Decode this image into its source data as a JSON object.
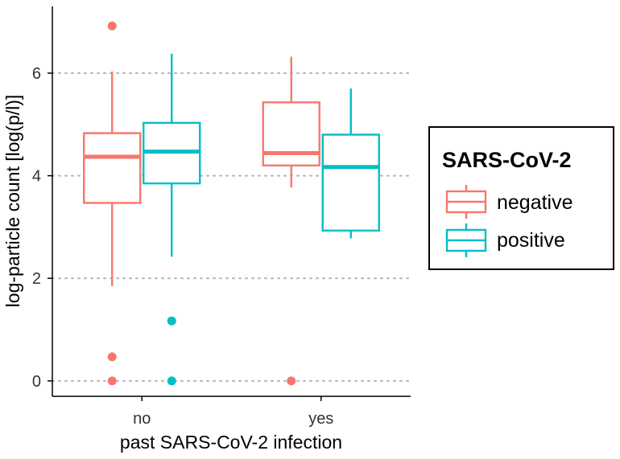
{
  "chart_data": {
    "type": "boxplot",
    "xlabel": "past SARS-CoV-2 infection",
    "ylabel": "log-particle count [log(p/l)]",
    "categories": [
      "no",
      "yes"
    ],
    "ylim": [
      -0.3,
      7.3
    ],
    "yticks": [
      0,
      2,
      4,
      6
    ],
    "grid": "horizontal dotted major lines",
    "legend": {
      "title": "SARS-CoV-2",
      "position": "right",
      "entries": [
        "negative",
        "positive"
      ]
    },
    "series": [
      {
        "name": "negative",
        "color": "#F8766D",
        "boxes": [
          {
            "category": "no",
            "whisker_low": 1.85,
            "q1": 3.47,
            "median": 4.37,
            "q3": 4.83,
            "whisker_high": 6.03,
            "outliers": [
              6.92,
              0.47,
              0.0
            ]
          },
          {
            "category": "yes",
            "whisker_low": 3.77,
            "q1": 4.2,
            "median": 4.44,
            "q3": 5.43,
            "whisker_high": 6.32,
            "outliers": [
              0.0
            ]
          }
        ]
      },
      {
        "name": "positive",
        "color": "#00BFC4",
        "boxes": [
          {
            "category": "no",
            "whisker_low": 2.42,
            "q1": 3.85,
            "median": 4.47,
            "q3": 5.03,
            "whisker_high": 6.38,
            "outliers": [
              1.17,
              0.0
            ]
          },
          {
            "category": "yes",
            "whisker_low": 2.78,
            "q1": 2.93,
            "median": 4.17,
            "q3": 4.8,
            "whisker_high": 5.7,
            "outliers": []
          }
        ]
      }
    ]
  }
}
